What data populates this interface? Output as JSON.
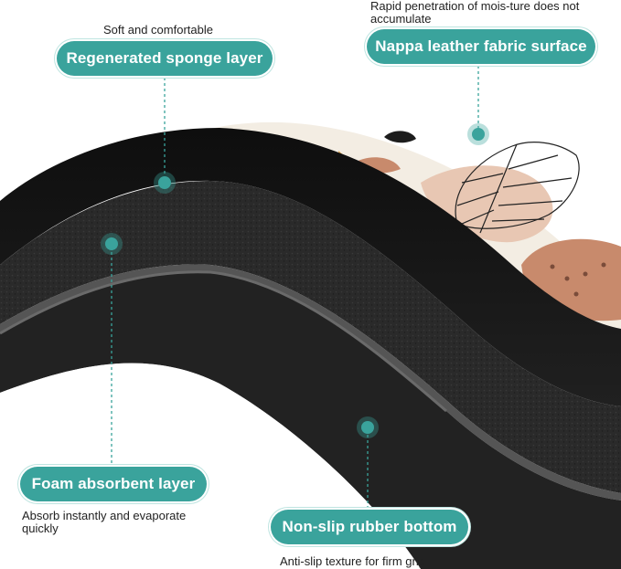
{
  "labels": {
    "sponge": {
      "title": "Regenerated sponge layer",
      "note": "Soft and comfortable"
    },
    "nappa": {
      "title": "Nappa leather fabric surface",
      "note": "Rapid penetration of mois-ture does not accumulate"
    },
    "foam": {
      "title": "Foam absorbent layer",
      "note": "Absorb instantly and evaporate quickly"
    },
    "rubber": {
      "title": "Non-slip rubber bottom",
      "note": "Anti-slip texture for firm grip"
    }
  },
  "colors": {
    "accent": "#3aa39c",
    "mat_black": "#1a1a1a",
    "surface_cream": "#f3ede3",
    "shape_tan": "#c88a6c",
    "shape_pink": "#e8c7b3"
  }
}
